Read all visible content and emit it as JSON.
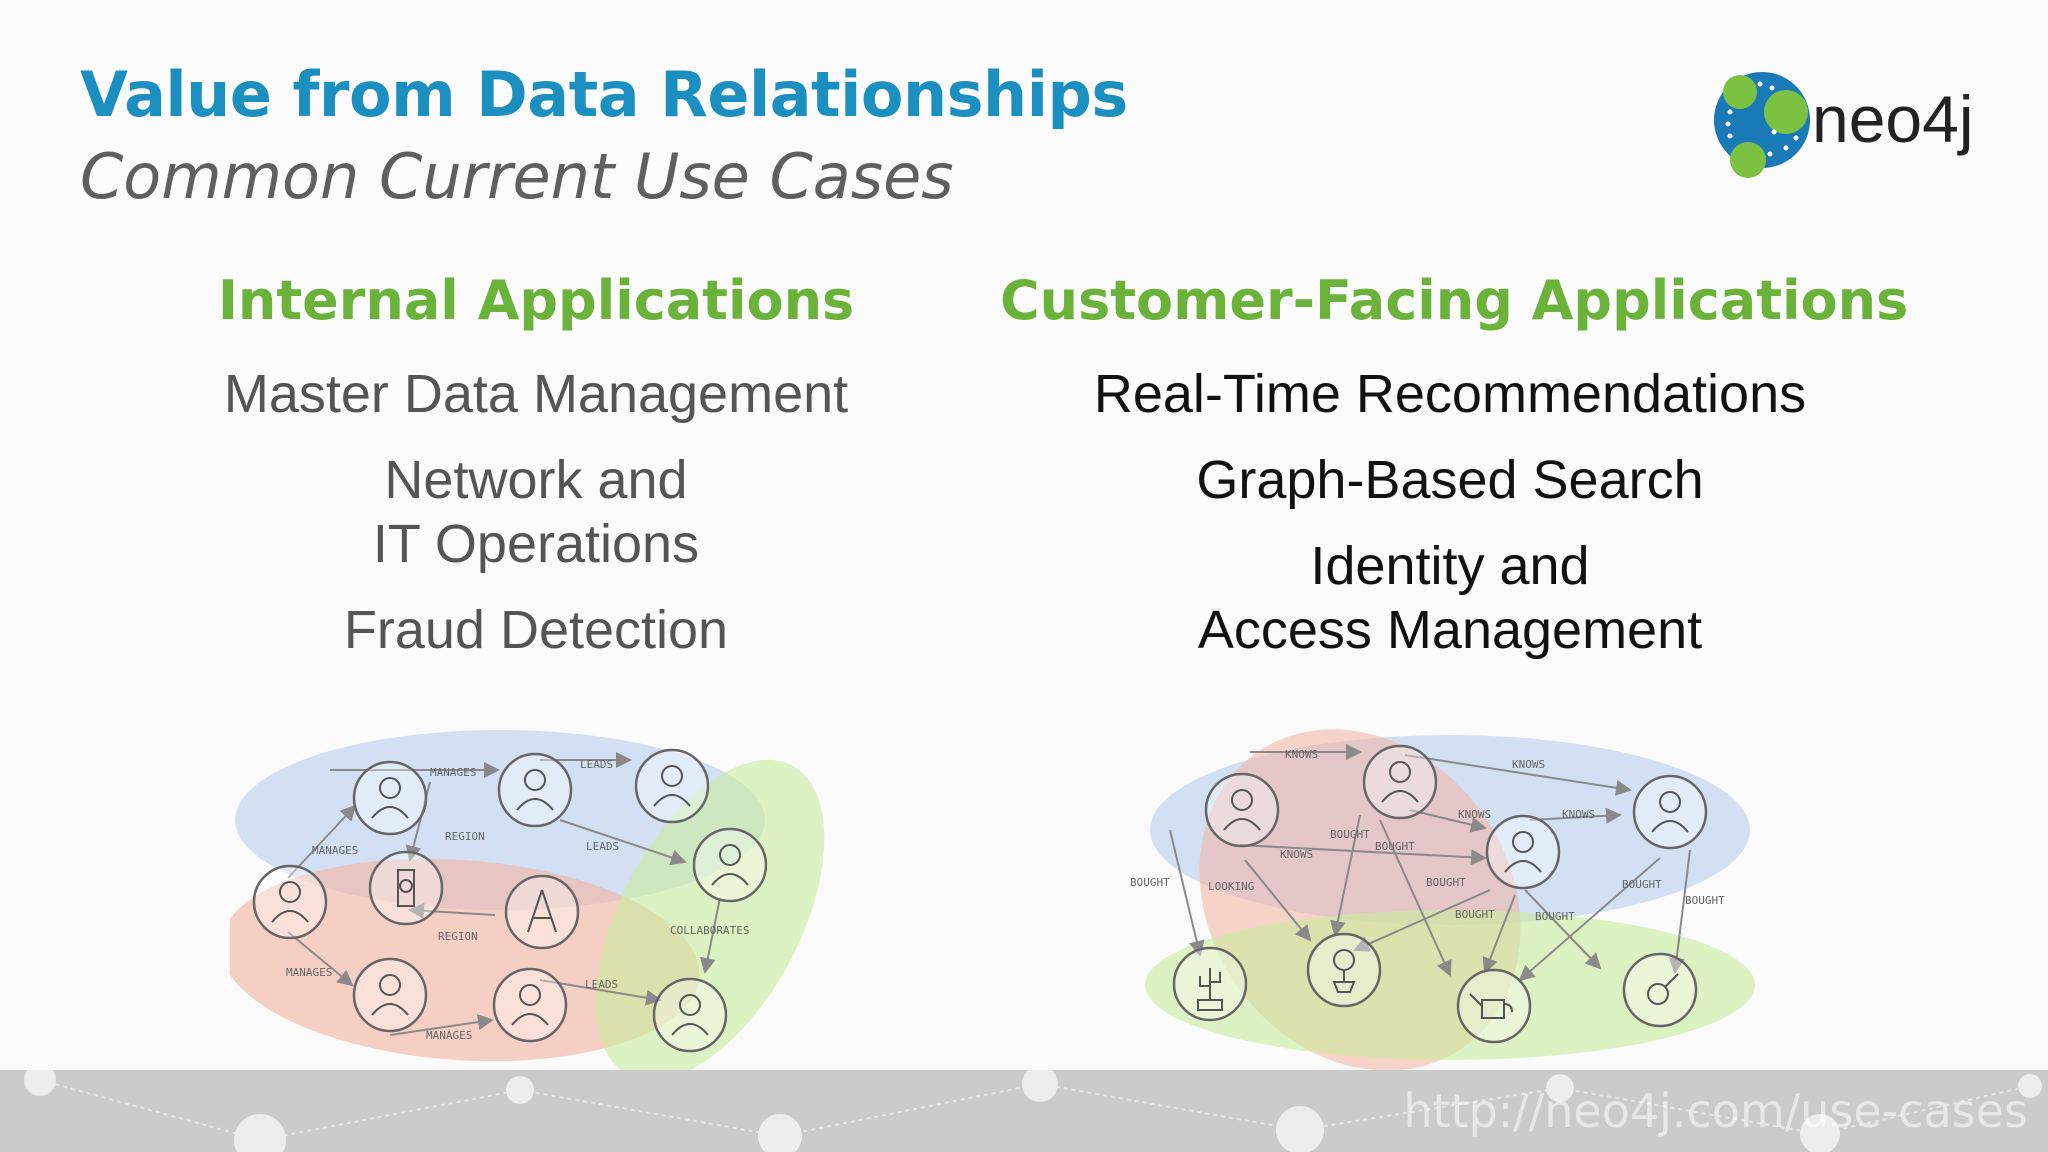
{
  "title": "Value from Data Relationships",
  "subtitle": "Common Current Use Cases",
  "logo": {
    "text": "neo4j"
  },
  "columns": [
    {
      "heading": "Internal Applications",
      "items": [
        "Master Data Management",
        "Network and\nIT Operations",
        "Fraud Detection"
      ]
    },
    {
      "heading": "Customer-Facing Applications",
      "items": [
        "Real-Time Recommendations",
        "Graph-Based Search",
        "Identity and\nAccess Management"
      ]
    }
  ],
  "left_diagram": {
    "edges": [
      "MANAGES",
      "LEADS",
      "MANAGES",
      "REGION",
      "LEADS",
      "REGION",
      "COLLABORATES",
      "MANAGES",
      "LEADS",
      "MANAGES"
    ]
  },
  "right_diagram": {
    "edges": [
      "KNOWS",
      "KNOWS",
      "KNOWS",
      "KNOWS",
      "KNOWS",
      "BOUGHT",
      "BOUGHT",
      "BOUGHT",
      "LOOKING",
      "BOUGHT",
      "BOUGHT",
      "BOUGHT",
      "BOUGHT",
      "BOUGHT"
    ]
  },
  "footer": {
    "url": "http://neo4j.com/use-cases"
  },
  "colors": {
    "title": "#1b8fc0",
    "heading": "#6ab23a",
    "blue_zone": "#b9cff0",
    "red_zone": "#f3b2a0",
    "green_zone": "#c9ec9c"
  }
}
